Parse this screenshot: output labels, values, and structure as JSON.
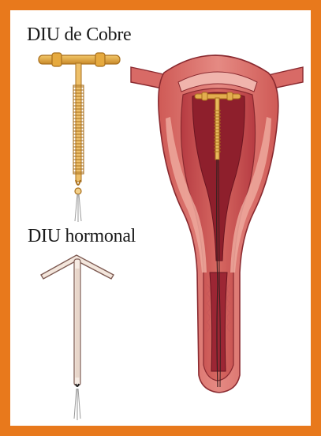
{
  "labels": {
    "copper_iud": "DIU de Cobre",
    "hormonal_iud": "DIU hormonal"
  },
  "colors": {
    "border": "#e8791c",
    "copper": "#d9a441",
    "copper_dark": "#a86f1c",
    "hormonal_device": "#f1e2d8",
    "uterus_outer": "#e07a74",
    "uterus_mid": "#c8474b",
    "uterus_cavity": "#8e1f2c",
    "muscle_light": "#eda89c"
  },
  "icons": {
    "copper_device": "copper-t-iud-icon",
    "hormonal_device": "hormonal-iud-icon",
    "uterus": "uterus-cross-section-illustration"
  }
}
